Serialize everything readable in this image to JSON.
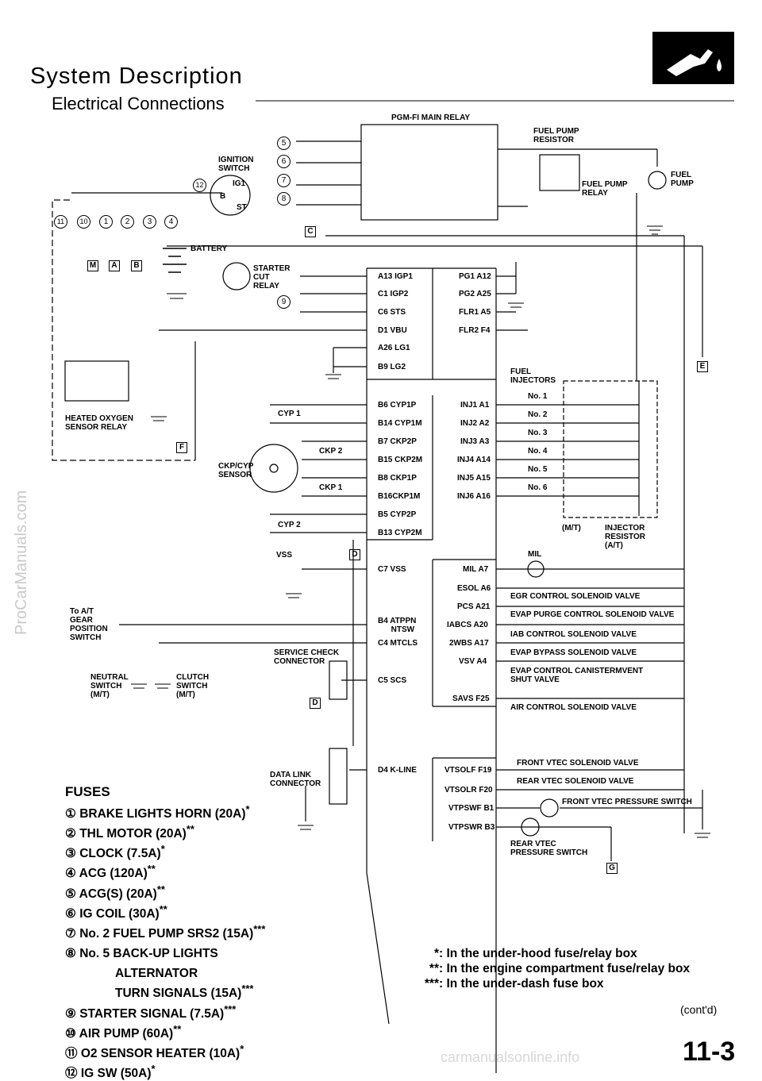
{
  "header": {
    "title": "System  Description",
    "subtitle": "Electrical Connections"
  },
  "side_watermark": "ProCarManuals.com",
  "bottom_watermark": "carmanualsonline.info",
  "page_number": "11-3",
  "cont": "(cont'd)",
  "components": {
    "pgm_fi_main_relay": "PGM-FI MAIN RELAY",
    "fuel_pump_resistor": "FUEL PUMP\nRESISTOR",
    "fuel_pump_relay": "FUEL PUMP\nRELAY",
    "fuel_pump": "FUEL\nPUMP",
    "ignition_switch": "IGNITION\nSWITCH",
    "ig1": "IG1",
    "b": "B",
    "st": "ST",
    "battery": "BATTERY",
    "starter_cut_relay": "STARTER\nCUT\nRELAY",
    "heated_o2_relay": "HEATED OXYGEN\nSENSOR RELAY",
    "ckp_cyp_sensor": "CKP/CYP\nSENSOR",
    "cyp1": "CYP 1",
    "cyp2": "CYP 2",
    "ckp2": "CKP 2",
    "ckp1": "CKP 1",
    "vss": "VSS",
    "to_at": "To A/T\nGEAR\nPOSITION\nSWITCH",
    "neutral_switch": "NEUTRAL\nSWITCH\n(M/T)",
    "clutch_switch": "CLUTCH\nSWITCH\n(M/T)",
    "service_check": "SERVICE CHECK\nCONNECTOR",
    "data_link": "DATA LINK\nCONNECTOR",
    "fuel_injectors": "FUEL\nINJECTORS",
    "mt": "(M/T)",
    "injector_resistor": "INJECTOR\nRESISTOR\n(A/T)",
    "mil": "MIL",
    "egr": "EGR CONTROL SOLENOID VALVE",
    "evap_purge": "EVAP PURGE CONTROL SOLENOID VALVE",
    "iab": "IAB CONTROL SOLENOID VALVE",
    "evap_bypass": "EVAP BYPASS SOLENOID VALVE",
    "evap_canister": "EVAP CONTROL CANISTERMVENT\nSHUT VALVE",
    "air_control": "AIR CONTROL SOLENOID VALVE",
    "front_vtec_sol": "FRONT VTEC SOLENOID VALVE",
    "rear_vtec_sol": "REAR VTEC SOLENOID VALVE",
    "front_vtec_ps": "FRONT VTEC PRESSURE SWITCH",
    "rear_vtec_ps": "REAR VTEC\nPRESSURE SWITCH"
  },
  "injectors": [
    "No. 1",
    "No. 2",
    "No. 3",
    "No. 4",
    "No. 5",
    "No. 6"
  ],
  "ecm_left_pins": [
    "A13 IGP1",
    "C1 IGP2",
    "C6 STS",
    "D1 VBU",
    "A26 LG1",
    "B9 LG2",
    "B6 CYP1P",
    "B14 CYP1M",
    "B7 CKP2P",
    "B15 CKP2M",
    "B8 CKP1P",
    "B16CKP1M",
    "B5 CYP2P",
    "B13 CYP2M",
    "C7 VSS",
    "B4 ATPPN\n      NTSW",
    "C4 MTCLS",
    "C5 SCS",
    "D4 K-LINE"
  ],
  "ecm_right_pins": [
    "PG1 A12",
    "PG2 A25",
    "FLR1 A5",
    "FLR2 F4",
    "INJ1 A1",
    "INJ2 A2",
    "INJ3 A3",
    "INJ4 A14",
    "INJ5 A15",
    "INJ6 A16",
    "MIL A7",
    "ESOL A6",
    "PCS A21",
    "IABCS A20",
    "2WBS A17",
    "VSV A4",
    "SAVS F25",
    "VTSOLF F19",
    "VTSOLR F20",
    "VTPSWF B1",
    "VTPSWR B3"
  ],
  "tags": [
    "C",
    "M",
    "A",
    "B",
    "F",
    "E",
    "D",
    "D",
    "G"
  ],
  "fuse_circles": [
    "5",
    "6",
    "7",
    "8",
    "9",
    "11",
    "10",
    "1",
    "2",
    "3",
    "4",
    "12"
  ],
  "fuses": {
    "title": "FUSES",
    "items": [
      {
        "num": "①",
        "text": "BRAKE LIGHTS HORN (20A)",
        "mark": "*"
      },
      {
        "num": "②",
        "text": "THL MOTOR (20A)",
        "mark": "**"
      },
      {
        "num": "③",
        "text": "CLOCK (7.5A)",
        "mark": "*"
      },
      {
        "num": "④",
        "text": "ACG (120A)",
        "mark": "**"
      },
      {
        "num": "⑤",
        "text": "ACG(S) (20A)",
        "mark": "**"
      },
      {
        "num": "⑥",
        "text": "IG COIL (30A)",
        "mark": "**"
      },
      {
        "num": "⑦",
        "text": "No. 2 FUEL PUMP SRS2 (15A)",
        "mark": "***"
      },
      {
        "num": "⑧",
        "text": "No. 5 BACK-UP LIGHTS",
        "mark": ""
      },
      {
        "num": "",
        "text": "ALTERNATOR",
        "mark": ""
      },
      {
        "num": "",
        "text": "TURN SIGNALS (15A)",
        "mark": "***"
      },
      {
        "num": "⑨",
        "text": "STARTER SIGNAL (7.5A)",
        "mark": "***"
      },
      {
        "num": "⑩",
        "text": "AIR PUMP (60A)",
        "mark": "**"
      },
      {
        "num": "⑪",
        "text": "O2 SENSOR HEATER (10A)",
        "mark": "*"
      },
      {
        "num": "⑫",
        "text": "IG SW (50A)",
        "mark": "*"
      }
    ]
  },
  "notes": [
    {
      "mark": "*",
      "text": ": In the under-hood fuse/relay box"
    },
    {
      "mark": "**",
      "text": ": In the engine compartment fuse/relay box"
    },
    {
      "mark": "***",
      "text": ": In the under-dash fuse box"
    }
  ]
}
